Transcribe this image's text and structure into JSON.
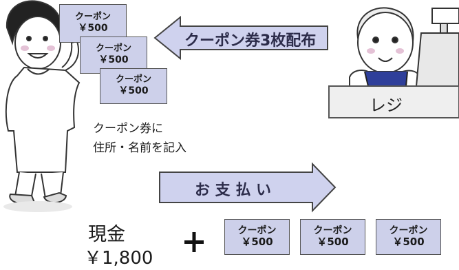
{
  "coupon": {
    "name": "クーポン",
    "price": "￥500"
  },
  "distribute_label": "クーポン券3枚配布",
  "register_label": "レジ",
  "instruction": {
    "line1": "クーポン券に",
    "line2": "住所・名前を記入"
  },
  "payment_label": "お 支 払 い",
  "cash": {
    "label": "現金",
    "amount": "￥1,800"
  },
  "plus_sign": "+",
  "colors": {
    "coupon_fill": "#cdd0ea",
    "arrow_fill": "#cfd2ee",
    "arrow_text": "#2c2c4a",
    "outline": "#555555"
  }
}
